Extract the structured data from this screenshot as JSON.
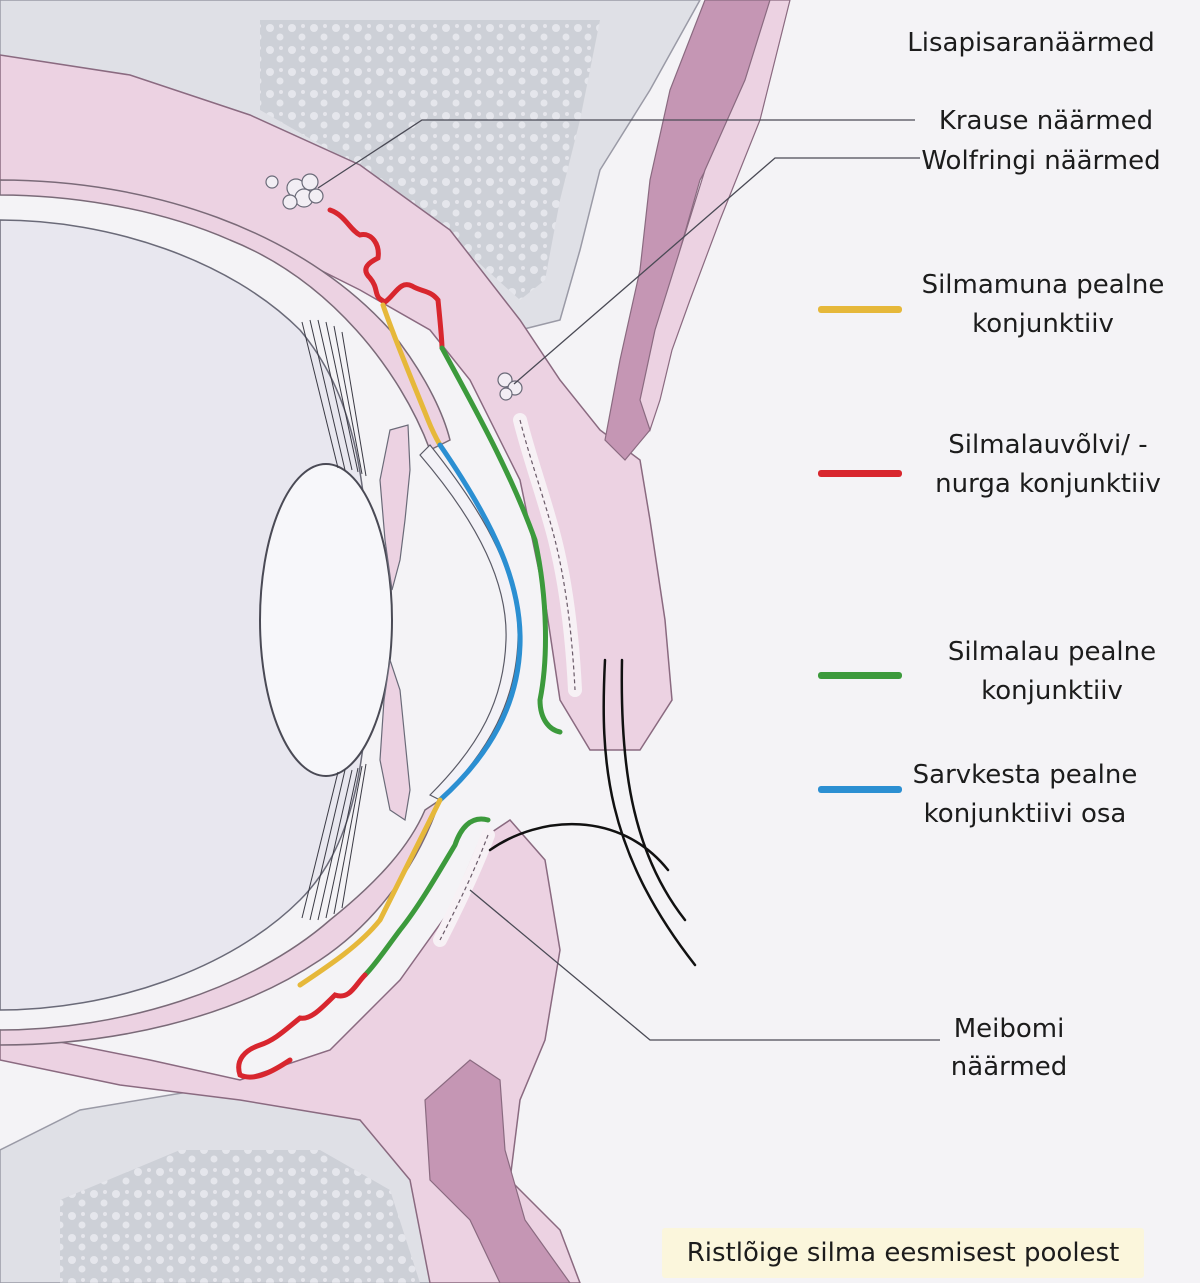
{
  "labels": {
    "lacrimal_glands": "Lisapisaranäärmed",
    "krause_glands": "Krause näärmed",
    "wolfring_glands": "Wolfringi näärmed",
    "meibomian_line1": "Meibomi",
    "meibomian_line2": "näärmed"
  },
  "legend": [
    {
      "line1": "Silmamuna pealne",
      "line2": "konjunktiiv",
      "color": "#e6b83a"
    },
    {
      "line1": "Silmalauvõlvi/ -",
      "line2": "nurga konjunktiiv",
      "color": "#d8262e"
    },
    {
      "line1": "Silmalau pealne",
      "line2": "konjunktiiv",
      "color": "#3c9a3c"
    },
    {
      "line1": "Sarvkesta pealne",
      "line2": "konjunktiivi osa",
      "color": "#2b8fd2"
    }
  ],
  "caption": "Ristlõige silma eesmisest poolest",
  "colors": {
    "tissue": "#eed5e4",
    "muscle": "#c996b6",
    "bone": "#cfd2d8",
    "eyeball": "#e9e8ef"
  }
}
